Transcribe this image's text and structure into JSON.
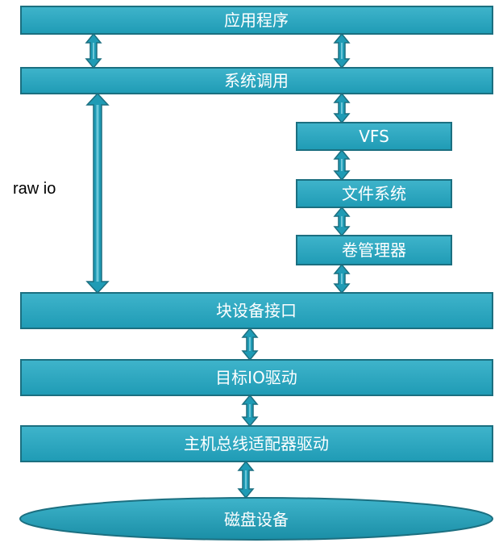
{
  "diagram": {
    "colors": {
      "fill": "#1f9bb5",
      "fill_light": "#3fb4cb",
      "outline": "#1b6f80",
      "text": "#ffffff"
    },
    "nodes": {
      "app": "应用程序",
      "syscall": "系统调用",
      "vfs": "VFS",
      "filesystem": "文件系统",
      "volume_manager": "卷管理器",
      "block_device_interface": "块设备接口",
      "target_io_driver": "目标IO驱动",
      "hba_driver": "主机总线适配器驱动",
      "disk_device": "磁盘设备"
    },
    "annotations": {
      "raw_io": "raw io"
    }
  }
}
